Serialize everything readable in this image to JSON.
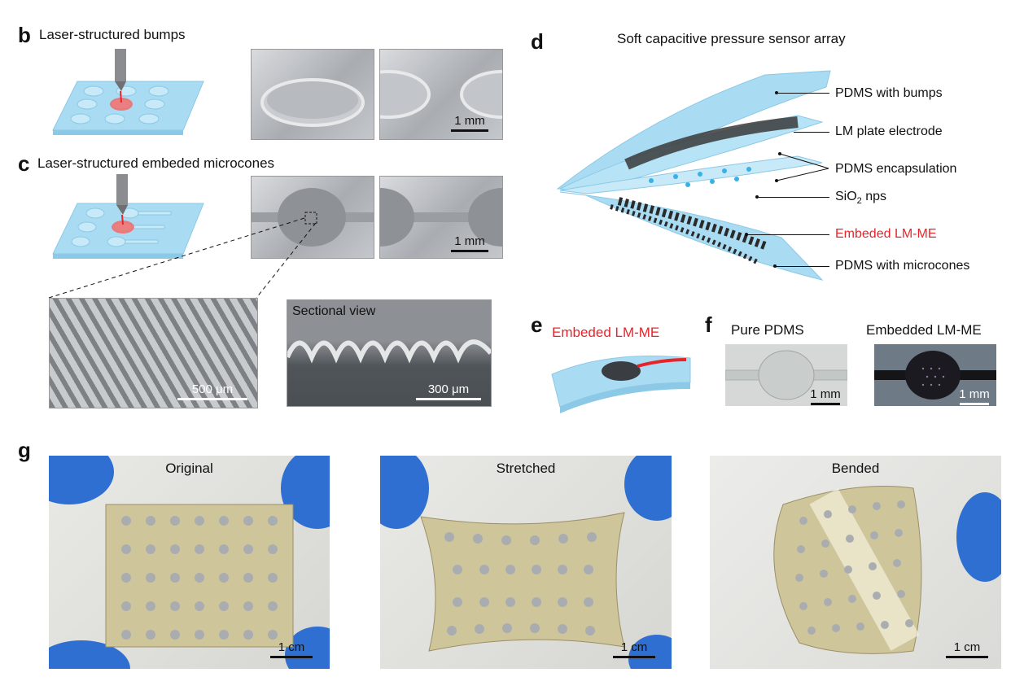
{
  "panels": {
    "b": {
      "letter": "b",
      "title": "Laser-structured  bumps",
      "scale": "1 mm"
    },
    "c": {
      "letter": "c",
      "title": "Laser-structured embeded microcones",
      "scale_top": "1 mm",
      "scale_zoom": "500 μm",
      "sectional_title": "Sectional view",
      "scale_section": "300 μm"
    },
    "d": {
      "letter": "d",
      "title": "Soft capacitive pressure sensor array",
      "layers": [
        "PDMS with bumps",
        "LM plate electrode",
        "PDMS encapsulation",
        "SiO",
        "nps",
        "Embeded LM-ME",
        "PDMS with microcones"
      ],
      "sio2_sub": "2"
    },
    "e": {
      "letter": "e",
      "title": "Embeded LM-ME"
    },
    "f": {
      "letter": "f",
      "title_left": "Pure PDMS",
      "title_right": "Embedded LM-ME",
      "scale_left": "1 mm",
      "scale_right": "1 mm"
    },
    "g": {
      "letter": "g",
      "photo1": "Original",
      "photo2": "Stretched",
      "photo3": "Bended",
      "scale1": "1 cm",
      "scale2": "1 cm",
      "scale3": "1 cm"
    }
  },
  "colors": {
    "accent_red": "#e8242a",
    "pdms_blue": "#a9dcf3",
    "glove_blue": "#2f6fd1"
  }
}
